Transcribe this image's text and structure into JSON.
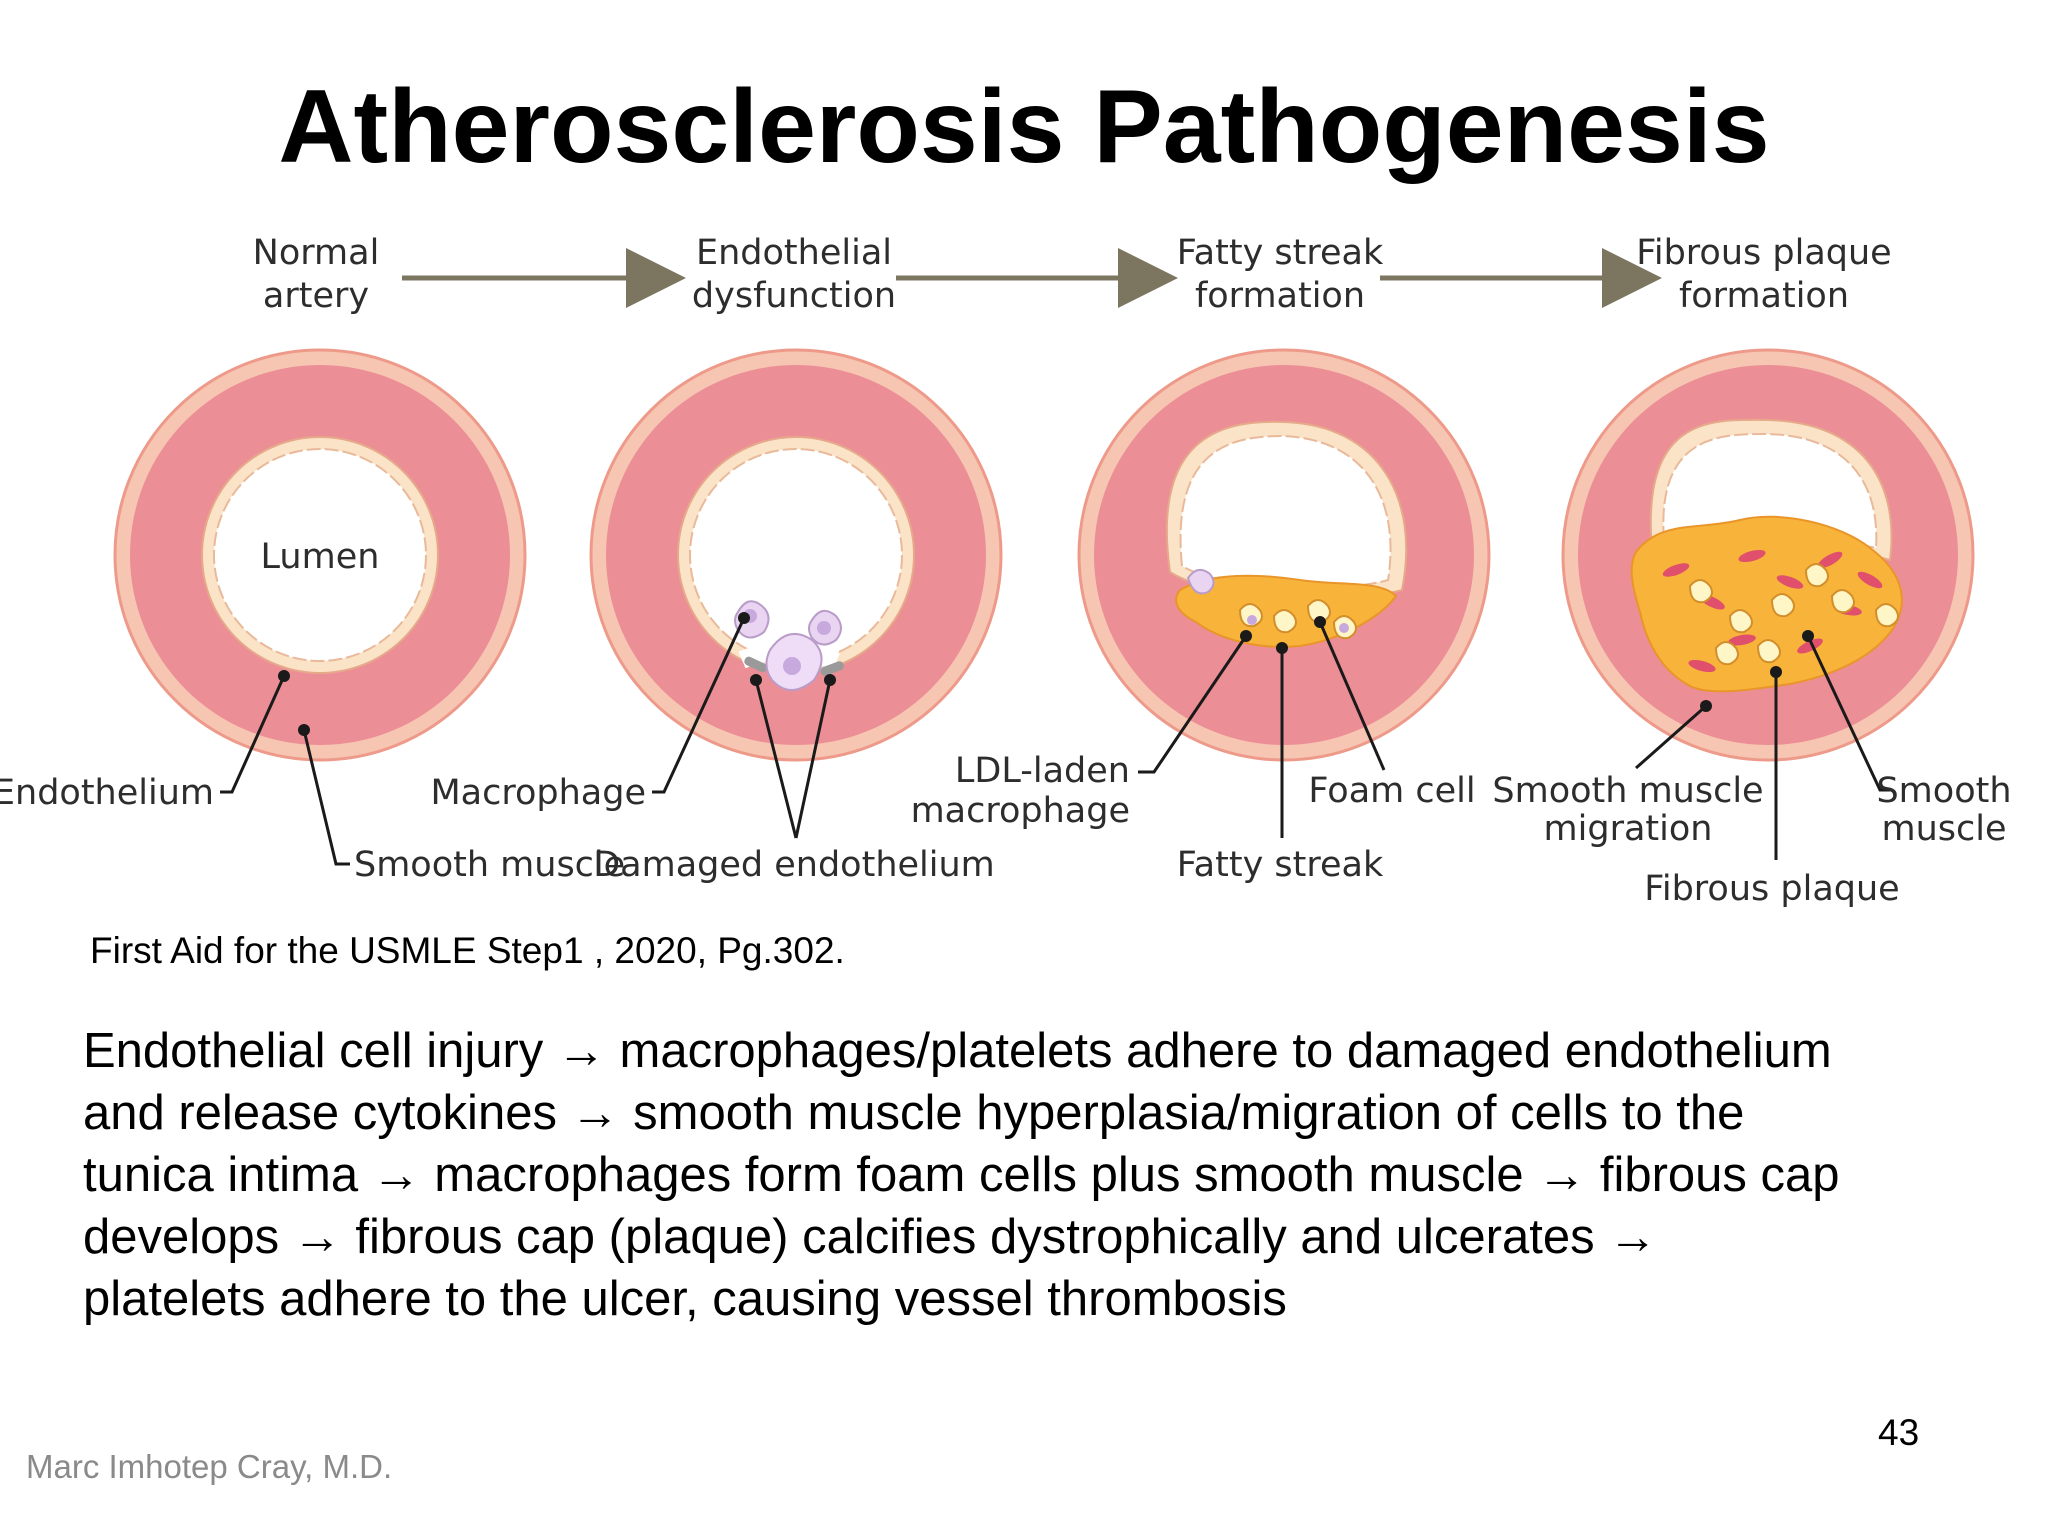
{
  "slide": {
    "title": "Atherosclerosis Pathogenesis",
    "citation": "First Aid for the USMLE Step1 , 2020, Pg.302.",
    "body_lines": [
      "Endothelial cell injury → macrophages/platelets adhere to damaged endothelium",
      "and release cytokines → smooth muscle hyperplasia/migration of cells to the",
      "tunica intima → macrophages form foam cells plus smooth muscle → fibrous cap",
      "develops → fibrous cap (plaque) calcifies dystrophically and ulcerates →",
      "platelets adhere to the ulcer, causing vessel thrombosis"
    ],
    "page_number": "43",
    "author": "Marc Imhotep Cray, M.D."
  },
  "diagram": {
    "stages": [
      {
        "line1": "Normal",
        "line2": "artery"
      },
      {
        "line1": "Endothelial",
        "line2": "dysfunction"
      },
      {
        "line1": "Fatty streak",
        "line2": "formation"
      },
      {
        "line1": "Fibrous plaque",
        "line2": "formation"
      }
    ],
    "labels": {
      "lumen": "Lumen",
      "endothelium": "Endothelium",
      "smooth_muscle": "Smooth muscle",
      "macrophage": "Macrophage",
      "damaged_endothelium": "Damaged endothelium",
      "ldl_line1": "LDL-laden",
      "ldl_line2": "macrophage",
      "foam_cell": "Foam cell",
      "fatty_streak": "Fatty streak",
      "sm_migration_line1": "Smooth muscle",
      "sm_migration_line2": "migration",
      "smooth_line1": "Smooth",
      "smooth_line2": "muscle",
      "fibrous_plaque": "Fibrous plaque"
    },
    "colors": {
      "vessel_wall": "#ec8e96",
      "adventitia": "#f7c6b2",
      "endothelium": "#fbe3c8",
      "lipid": "#f8b43a",
      "macrophage": "#e9d4f2",
      "arrow": "#7c7660"
    }
  }
}
